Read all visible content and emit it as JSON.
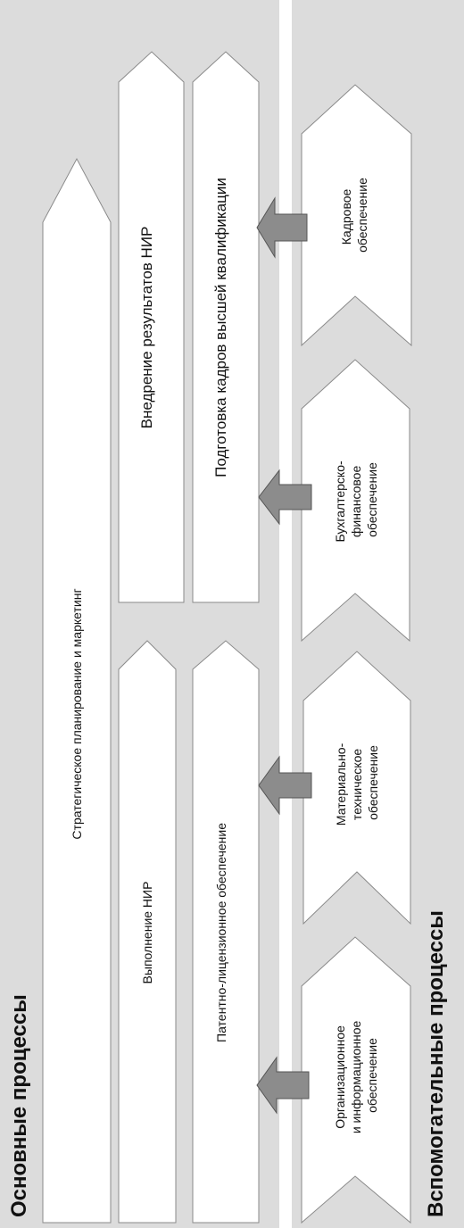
{
  "colors": {
    "background": "#dcdcdc",
    "divider": "#ffffff",
    "arrow_fill": "#ffffff",
    "arrow_stroke": "#8a8a8a",
    "connector_fill": "#8c8c8c",
    "connector_stroke": "#555555",
    "text": "#111111"
  },
  "left_panel": {
    "title": "Основные процессы",
    "processes": [
      {
        "id": "strategic",
        "label": "Стратегическое планирование и маркетинг"
      },
      {
        "id": "implementation",
        "label": "Внедрение результатов НИР"
      },
      {
        "id": "training",
        "label": "Подготовка кадров высшей квалификации"
      },
      {
        "id": "research",
        "label": "Выполнение НИР"
      },
      {
        "id": "patent",
        "label": "Патентно-лицензионное обеспечение"
      }
    ]
  },
  "right_panel": {
    "title": "Вспомогательные процессы",
    "processes": [
      {
        "id": "hr",
        "lines": [
          "Кадровое",
          "обеспечение"
        ]
      },
      {
        "id": "finance",
        "lines": [
          "Бухгалтерско-",
          "финансовое",
          "обеспечение"
        ]
      },
      {
        "id": "logistics",
        "lines": [
          "Материально-",
          "техническое",
          "обеспечение"
        ]
      },
      {
        "id": "org_info",
        "lines": [
          "Организационное",
          "и информационное",
          "обеспечение"
        ]
      }
    ]
  }
}
